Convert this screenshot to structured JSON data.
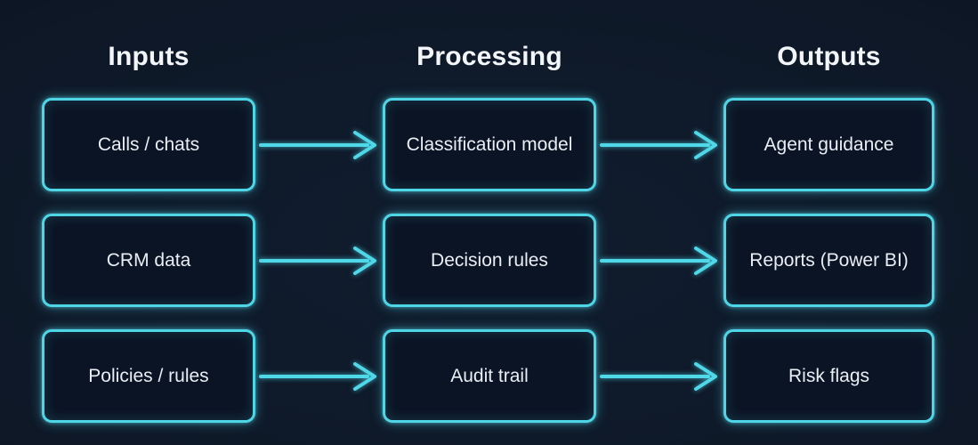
{
  "diagram": {
    "columns": [
      {
        "header": "Inputs",
        "boxes": [
          {
            "label": "Calls / chats"
          },
          {
            "label": "CRM data"
          },
          {
            "label": "Policies / rules"
          }
        ]
      },
      {
        "header": "Processing",
        "boxes": [
          {
            "label": "Classification model"
          },
          {
            "label": "Decision rules"
          },
          {
            "label": "Audit trail"
          }
        ]
      },
      {
        "header": "Outputs",
        "boxes": [
          {
            "label": "Agent guidance"
          },
          {
            "label": "Reports (Power BI)"
          },
          {
            "label": "Risk flags"
          }
        ]
      }
    ],
    "connections": [
      {
        "from": "Calls / chats",
        "to": "Classification model"
      },
      {
        "from": "Classification model",
        "to": "Agent guidance"
      },
      {
        "from": "CRM data",
        "to": "Decision rules"
      },
      {
        "from": "Decision rules",
        "to": "Reports (Power BI)"
      },
      {
        "from": "Policies / rules",
        "to": "Audit trail"
      },
      {
        "from": "Audit trail",
        "to": "Risk flags"
      }
    ],
    "arrow_direction": "left-to-right"
  },
  "colors": {
    "background": "#0e1827",
    "node_border": "#4ed5e6",
    "node_fill": "#0b1424",
    "text": "#e9eef4",
    "header_text": "#f3f6f9",
    "arrow": "#4fd8e8"
  }
}
